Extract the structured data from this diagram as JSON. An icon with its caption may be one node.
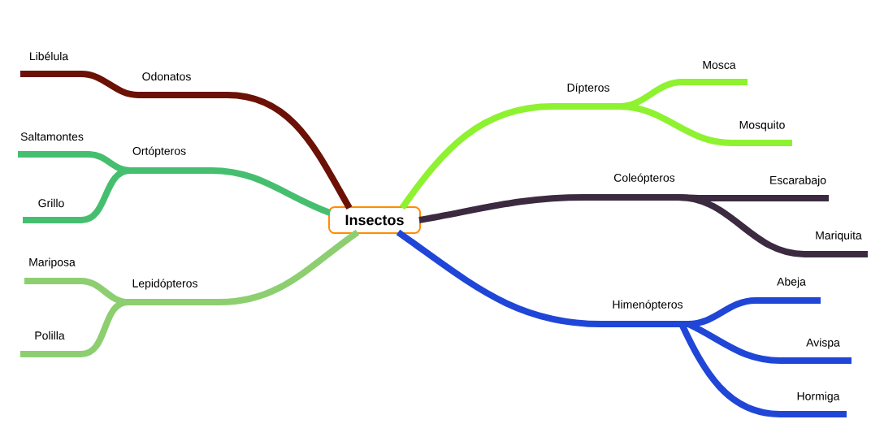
{
  "diagram": {
    "nodes": [
      {
        "text": [
          "Insectos"
        ]
      },
      {
        "text": [
          "Odonatos"
        ]
      },
      {
        "text": [
          "Libélula"
        ]
      },
      {
        "text": [
          "Ortópteros"
        ]
      },
      {
        "text": [
          "Saltamontes"
        ]
      },
      {
        "text": [
          "Grillo"
        ]
      },
      {
        "text": [
          "Lepidópteros"
        ]
      },
      {
        "text": [
          "Mariposa"
        ]
      },
      {
        "text": [
          "Polilla"
        ]
      },
      {
        "text": [
          "Dípteros"
        ]
      },
      {
        "text": [
          "Mosca"
        ]
      },
      {
        "text": [
          "Mosquito"
        ]
      },
      {
        "text": [
          "Coleópteros"
        ]
      },
      {
        "text": [
          "Escarabajo"
        ]
      },
      {
        "text": [
          "Mariquita"
        ]
      },
      {
        "text": [
          "Himenópteros"
        ]
      },
      {
        "text": [
          "Abeja"
        ]
      },
      {
        "text": [
          "Avispa"
        ]
      },
      {
        "text": [
          "Hormiga"
        ]
      }
    ],
    "edges": [
      {
        "from": 0,
        "to": 1,
        "arrow": "none",
        "color": "#6b1105"
      },
      {
        "from": 1,
        "to": 2,
        "arrow": "none",
        "color": "#6b1105"
      },
      {
        "from": 0,
        "to": 3,
        "arrow": "none",
        "color": "#45bf6f"
      },
      {
        "from": 3,
        "to": 4,
        "arrow": "none",
        "color": "#45bf6f"
      },
      {
        "from": 3,
        "to": 5,
        "arrow": "none",
        "color": "#45bf6f"
      },
      {
        "from": 0,
        "to": 6,
        "arrow": "none",
        "color": "#8dcf70"
      },
      {
        "from": 6,
        "to": 7,
        "arrow": "none",
        "color": "#8dcf70"
      },
      {
        "from": 6,
        "to": 8,
        "arrow": "none",
        "color": "#8dcf70"
      },
      {
        "from": 0,
        "to": 9,
        "arrow": "none",
        "color": "#8ef230"
      },
      {
        "from": 9,
        "to": 10,
        "arrow": "none",
        "color": "#8ef230"
      },
      {
        "from": 9,
        "to": 11,
        "arrow": "none",
        "color": "#8ef230"
      },
      {
        "from": 0,
        "to": 12,
        "arrow": "none",
        "color": "#3b2a40"
      },
      {
        "from": 12,
        "to": 13,
        "arrow": "none",
        "color": "#3b2a40"
      },
      {
        "from": 12,
        "to": 14,
        "arrow": "none",
        "color": "#3b2a40"
      },
      {
        "from": 0,
        "to": 15,
        "arrow": "none",
        "color": "#2046d8"
      },
      {
        "from": 15,
        "to": 16,
        "arrow": "none",
        "color": "#2046d8"
      },
      {
        "from": 15,
        "to": 17,
        "arrow": "none",
        "color": "#2046d8"
      },
      {
        "from": 15,
        "to": 18,
        "arrow": "none",
        "color": "#2046d8"
      }
    ]
  }
}
